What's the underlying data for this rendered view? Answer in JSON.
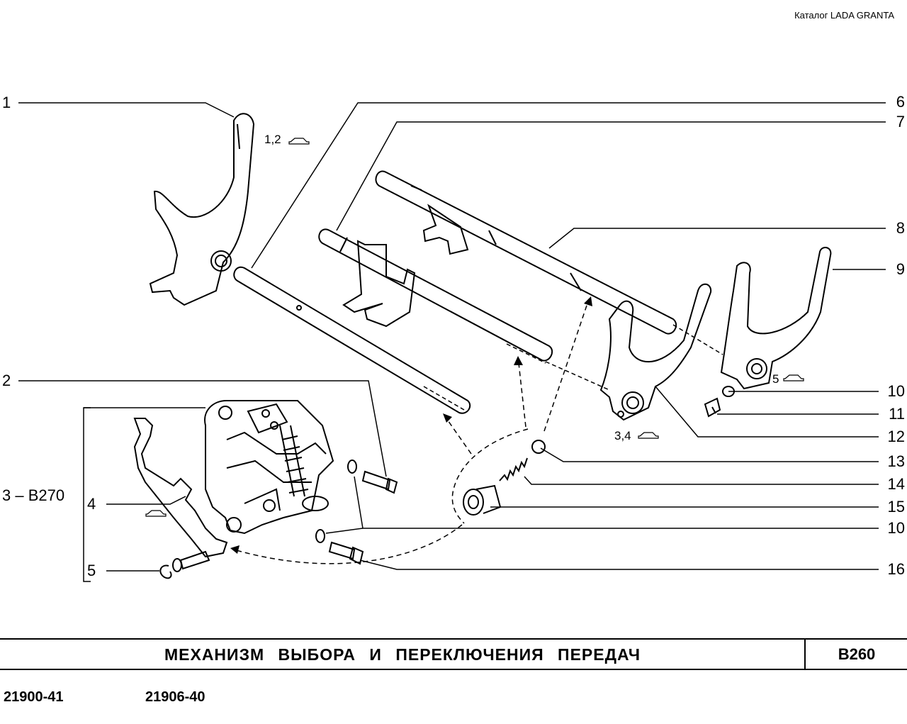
{
  "header": {
    "catalog": "Каталог LADA  GRANTA"
  },
  "callouts_left": [
    {
      "id": "c1",
      "label": "1"
    },
    {
      "id": "c2",
      "label": "2"
    },
    {
      "id": "c3",
      "label": "3 – B270"
    },
    {
      "id": "c4",
      "label": "4"
    },
    {
      "id": "c5",
      "label": "5"
    }
  ],
  "callouts_right": [
    {
      "id": "c6",
      "label": "6"
    },
    {
      "id": "c7",
      "label": "7"
    },
    {
      "id": "c8",
      "label": "8"
    },
    {
      "id": "c9",
      "label": "9"
    },
    {
      "id": "c10a",
      "label": "10"
    },
    {
      "id": "c11",
      "label": "11"
    },
    {
      "id": "c12",
      "label": "12"
    },
    {
      "id": "c13",
      "label": "13"
    },
    {
      "id": "c14",
      "label": "14"
    },
    {
      "id": "c15",
      "label": "15"
    },
    {
      "id": "c10b",
      "label": "10"
    },
    {
      "id": "c16",
      "label": "16"
    }
  ],
  "gear_labels": {
    "g12": "1,2",
    "g34": "3,4",
    "g5": "5"
  },
  "footer": {
    "title": "МЕХАНИЗМ  ВЫБОРА  И  ПЕРЕКЛЮЧЕНИЯ   ПЕРЕДАЧ",
    "code": "B260"
  },
  "models": {
    "m1": "21900-41",
    "m2": "21906-40"
  }
}
